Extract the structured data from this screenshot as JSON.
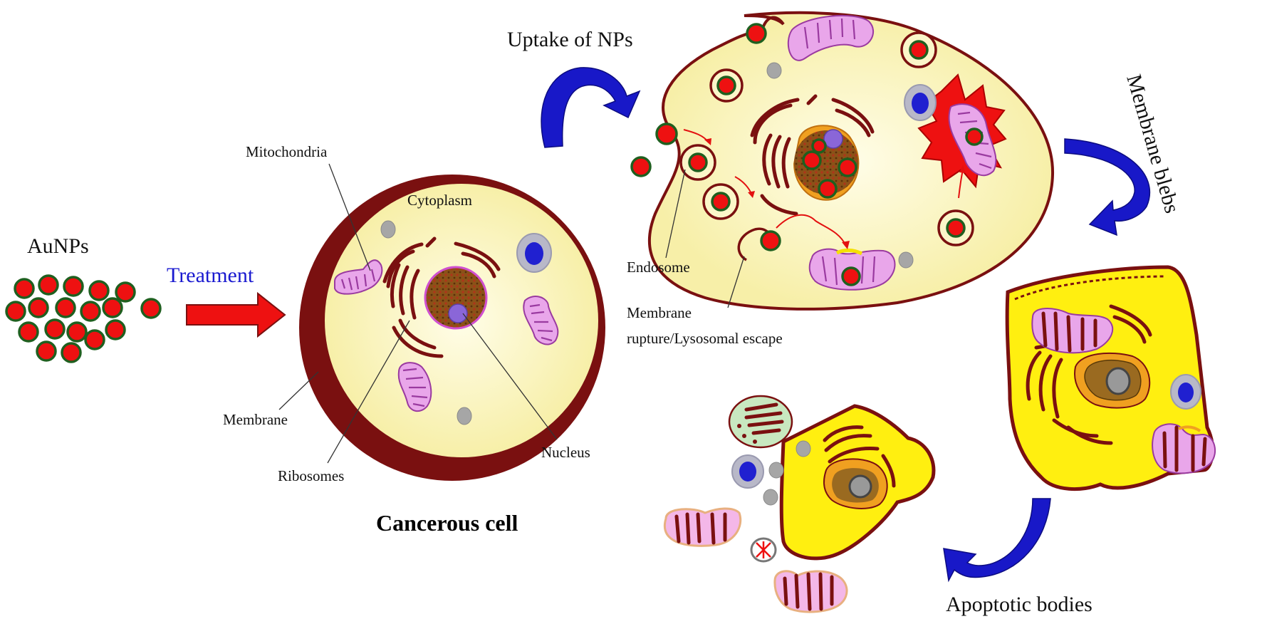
{
  "labels": {
    "aunps": "AuNPs",
    "treatment": "Treatment",
    "mitochondria": "Mitochondria",
    "cytoplasm": "Cytoplasm",
    "membrane": "Membrane",
    "ribosomes": "Ribosomes",
    "nucleus": "Nucleus",
    "cancerous_cell": "Cancerous cell",
    "uptake": "Uptake of NPs",
    "endosome": "Endosome",
    "membrane_rupture_line1": "Membrane",
    "membrane_rupture_line2": "rupture/Lysosomal escape",
    "membrane_blebs": "Membrane blebs",
    "apoptotic_bodies": "Apoptotic bodies"
  },
  "colors": {
    "nanoparticle": "#ee1111",
    "nanoparticle_rim": "#1f5f1f",
    "cell_membrane": "#7a1010",
    "cytoplasm": "#fbf6c9",
    "apoptotic_cell": "#fff200",
    "arrow_blue": "#1818c8",
    "arrow_red": "#ee1111",
    "treatment_text": "#1a1ad0"
  }
}
